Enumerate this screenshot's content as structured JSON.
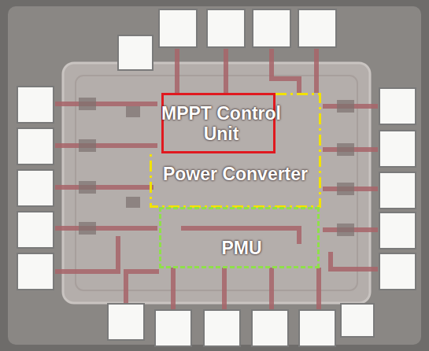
{
  "diagram": {
    "nodes": [
      {
        "text": [
          "MPPT Control Unit"
        ]
      },
      {
        "text": [
          "Power Converter"
        ]
      },
      {
        "text": [
          "PMU"
        ]
      }
    ]
  }
}
